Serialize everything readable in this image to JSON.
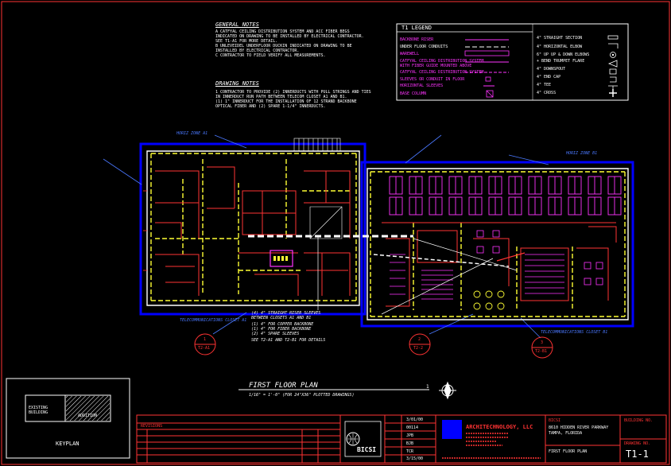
{
  "colors": {
    "background": "#000000",
    "wall": "#ffffff",
    "partition": "#ff3333",
    "furniture": "#ff33ff",
    "zone": "#0000ff",
    "yellow": "#ffff33",
    "callout": "#4a78ff",
    "titleblock": "#ff3333"
  },
  "general_notes": {
    "heading": "GENERAL NOTES",
    "items": [
      "A  CATFYAL CEILING DISTRIBUTION SYSTEM AND ACC FIBER BEGS",
      "   INDICATED ON DRAWING TO BE INSTALLED BY ELECTRICAL CONTRACTOR.",
      "   SEE T1-A1 FOR MORE DETAIL.",
      "B  UNLEVEIDEL UNDERFLOOR DUCKIN INDICATED ON DRAWING TO BE",
      "   INSTALLED BY ELECTRICAL CONTRACTOR.",
      "C  CONTRACTOR TO FIELD VERIFY ALL MEASUREMENTS."
    ]
  },
  "drawing_notes": {
    "heading": "DRAWING NOTES",
    "items": [
      "1  CONTRACTOR TO PROVIDE (2) INNERDUCTS WITH PULL STRINGS AND TIES",
      "   IN INNERDUCT RUN PATH BETWEEN TELECOM CLOSET A1 AND B1.",
      "   (1) 1\" INNERDUCT FOR THE INSTALLATION OF 12 STRAND BACKBONE",
      "   OPTICAL FIBER AND (2) SPARE 1-1/4\" INNERDUCTS."
    ]
  },
  "legend": {
    "title": "T1 LEGEND",
    "left_items": [
      {
        "label": "BACKBONE RISER",
        "color": "#ff33ff"
      },
      {
        "label": "UNDER FLOOR CONDUITS",
        "color": "#ffffff"
      },
      {
        "label": "WAREWELL",
        "color": "#ff33ff"
      },
      {
        "label": "CATFYAL CEILING DISTRIBUTION SYSTEM",
        "color": "#ff33ff"
      },
      {
        "label": "WITH FIBER GUIDE MOUNTED ABOVE",
        "color": "#ff33ff"
      },
      {
        "label": "CATFYAL CEILING DISTRIBUTION SYSTEM",
        "color": "#ff33ff"
      },
      {
        "label": "SLEEVES OR CONDUIT IN FLOOR",
        "color": "#ff33ff"
      },
      {
        "label": "HORIZONTAL SLEEVES",
        "color": "#ff33ff"
      },
      {
        "label": "BASE COLUMN",
        "color": "#ff33ff"
      }
    ],
    "right_items": [
      "4\" STRAIGHT SECTION",
      "4\" HORIZONTAL ELBOW",
      "6\" UP UP & DOWN ELBOWS",
      "+ BEND TRUMPET FLARE",
      "4\" DOWNSPOUT",
      "4\" END CAP",
      "4\" TEE",
      "4\" CROSS"
    ]
  },
  "callouts": {
    "zone_a": "HORIZ ZONE A1",
    "zone_b": "HORIZ ZONE B1",
    "closet_a": "TELECOMMUNICATIONS CLOSET A1",
    "closet_b": "TELECOMMUNICATIONS CLOSET B1"
  },
  "riser_notes": [
    "(4) 4\" STRAIGHT RISER SLEEVES",
    "BETWEEN CLOSETS A1 AND B1",
    "(1) 4\" FOR COPPER BACKBONE",
    "(1) 4\" FOR FIBER BACKBONE",
    "(2) 4\" SPARE SLEEVES",
    "SEE T2-A1 AND T2-B1 FOR DETAILS"
  ],
  "section_marks": [
    {
      "num": "1",
      "sheet": "T2-A1"
    },
    {
      "num": "2",
      "sheet": "T2-2"
    },
    {
      "num": "3",
      "sheet": "T2-B1"
    }
  ],
  "plan_title": {
    "title": "FIRST FLOOR PLAN",
    "scale": "1/16\" = 1'-0\"  (FOR 24\"X36\" PLOTTED DRAWINGS)",
    "number": "1"
  },
  "keyplan": {
    "label": "KEYPLAN",
    "existing": "EXISTING BUILDING",
    "addition": "ADDITION"
  },
  "titleblock": {
    "revisions_label": "REVISIONS",
    "info_values": [
      "3/01/00",
      "00114",
      "JPB",
      "BJB",
      "TCR",
      "3/15/00"
    ],
    "logo": "BICSI",
    "firm": "ARCHITECHNOLOGY, LLC",
    "client_label": "BICSI",
    "client_lines": [
      "8610 HIDDEN RIVER PARKWAY",
      "TAMPA, FLORIDA"
    ],
    "sheet_title": "FIRST FLOOR PLAN",
    "building_label": "BUILDING NO.",
    "drawing_label": "DRAWING NO.",
    "drawing_no": "T1-1"
  }
}
